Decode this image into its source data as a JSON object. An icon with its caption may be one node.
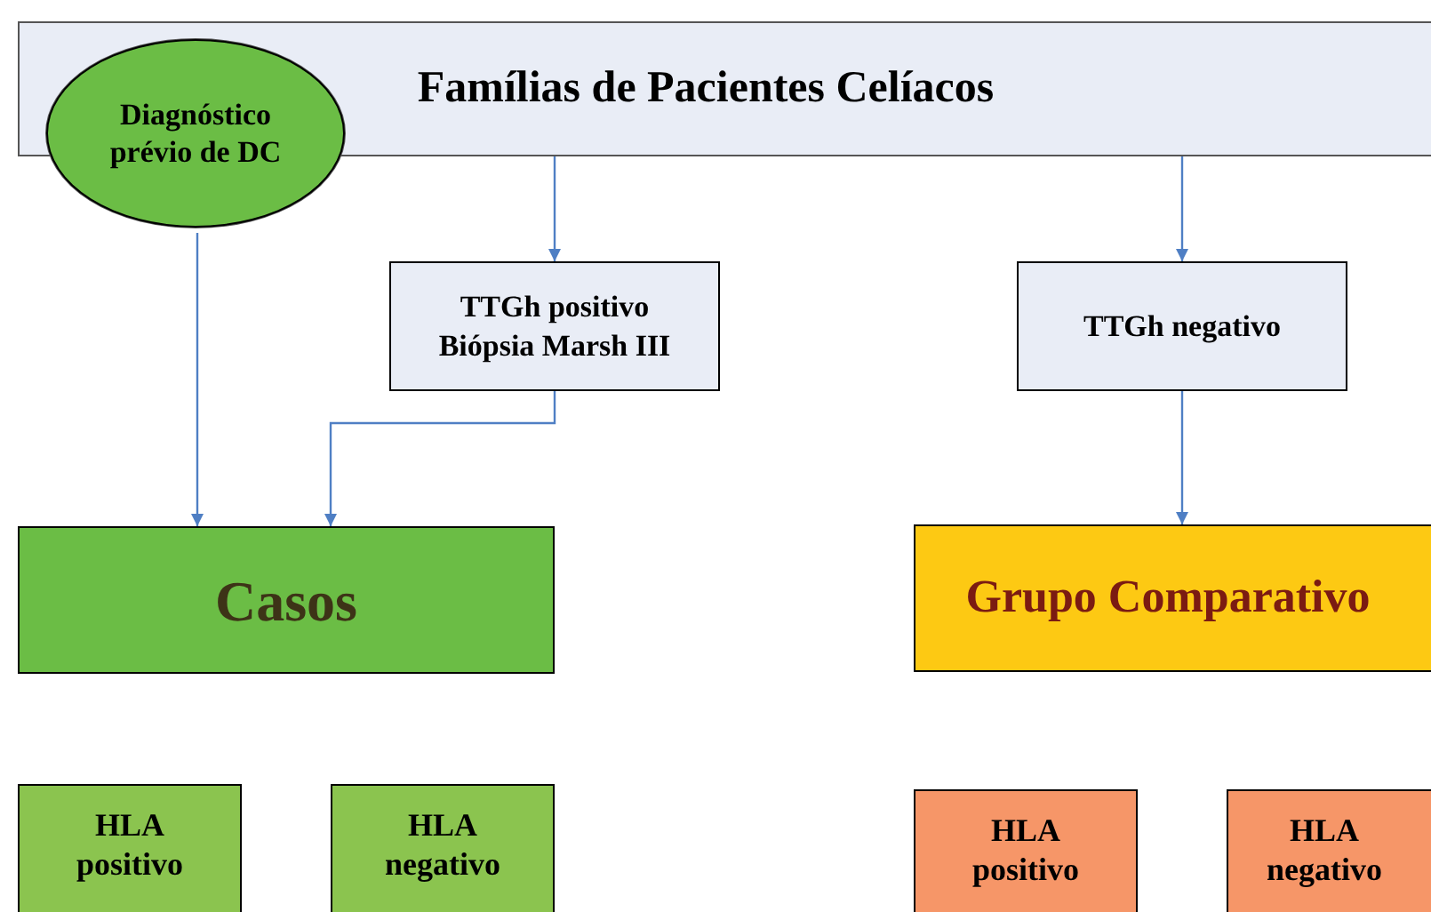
{
  "diagram": {
    "nodes": [
      {
        "text": [
          "Famílias de Pacientes Celíacos"
        ]
      },
      {
        "text": [
          "Diagnóstico prévio de DC"
        ]
      },
      {
        "text": [
          "TTGh positivo Biópsia Marsh III"
        ]
      },
      {
        "text": [
          "TTGh negativo"
        ]
      },
      {
        "text": [
          "Casos"
        ]
      },
      {
        "text": [
          "Grupo Comparativo"
        ]
      },
      {
        "text": [
          "HLA positivo"
        ]
      },
      {
        "text": [
          "HLA negativo"
        ]
      },
      {
        "text": [
          "HLA positivo"
        ]
      },
      {
        "text": [
          "HLA negativo"
        ]
      }
    ],
    "edges": [
      {
        "from": 0,
        "to": 2,
        "arrow": "to"
      },
      {
        "from": 0,
        "to": 3,
        "arrow": "to"
      },
      {
        "from": 1,
        "to": 4,
        "arrow": "to"
      },
      {
        "from": 2,
        "to": 4,
        "arrow": "to"
      },
      {
        "from": 3,
        "to": 5,
        "arrow": "to"
      }
    ]
  }
}
